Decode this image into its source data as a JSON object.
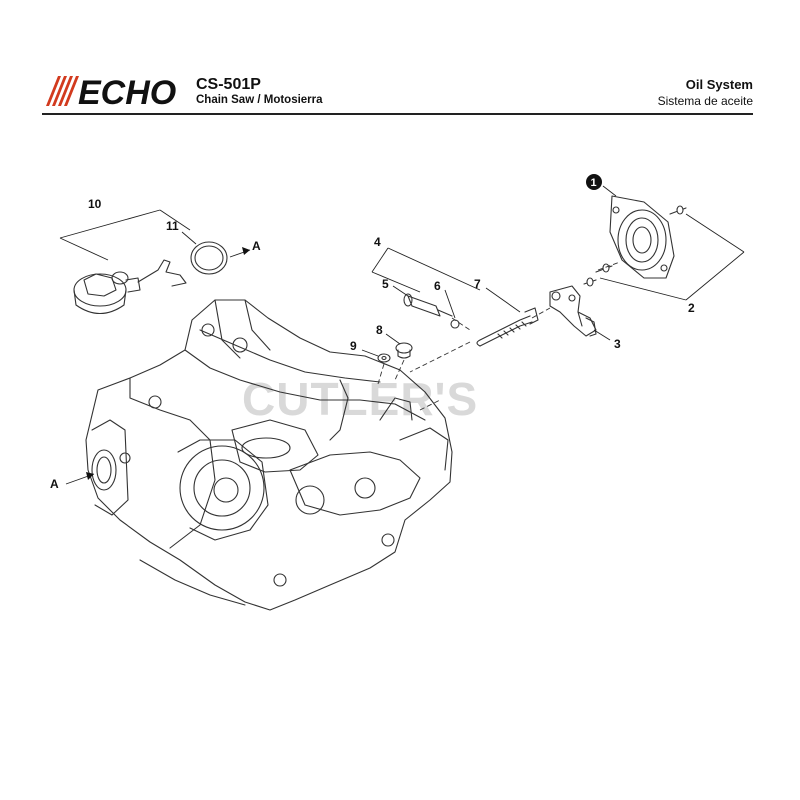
{
  "header": {
    "brand": "ECHO",
    "model": "CS-501P",
    "subtitle": "Chain Saw / Motosierra",
    "section_title": "Oil System",
    "section_subtitle": "Sistema de aceite"
  },
  "watermark": "CUTLER'S",
  "callouts": {
    "c1": "1",
    "c2": "2",
    "c3": "3",
    "c4": "4",
    "c5": "5",
    "c6": "6",
    "c7": "7",
    "c8": "8",
    "c9": "9",
    "c10": "10",
    "c11": "11",
    "ref_a_top": "A",
    "ref_a_left": "A"
  },
  "colors": {
    "brand_red": "#d23a1e",
    "ink": "#111111"
  }
}
